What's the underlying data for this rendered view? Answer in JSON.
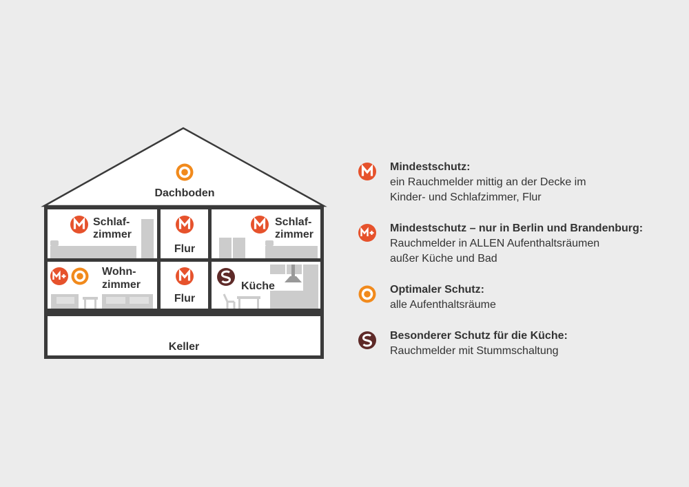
{
  "rooms": {
    "dachboden": "Dachboden",
    "schlaf_left_1": "Schlaf-",
    "schlaf_left_2": "zimmer",
    "flur_top": "Flur",
    "schlaf_right_1": "Schlaf-",
    "schlaf_right_2": "zimmer",
    "wohn_1": "Wohn-",
    "wohn_2": "zimmer",
    "flur_bottom": "Flur",
    "kueche": "Küche",
    "keller": "Keller"
  },
  "badges": {
    "m": "M",
    "mplus": "M+",
    "s": "S"
  },
  "legend": [
    {
      "icon": "m-badge-icon",
      "title": "Mindestschutz:",
      "desc": [
        "ein Rauchmelder mittig an der Decke im",
        "Kinder- und Schlafzimmer, Flur"
      ]
    },
    {
      "icon": "m-plus-badge-icon",
      "title": "Mindestschutz – nur in Berlin und Brandenburg:",
      "desc": [
        "Rauchmelder in ALLEN Aufenthaltsräumen",
        "außer Küche und Bad"
      ]
    },
    {
      "icon": "optimal-ring-icon",
      "title": "Optimaler Schutz:",
      "desc": [
        "alle Aufenthaltsräume"
      ]
    },
    {
      "icon": "s-badge-icon",
      "title": "Besonderer Schutz für die Küche:",
      "desc": [
        "Rauchmelder mit Stummschaltung"
      ]
    }
  ],
  "colors": {
    "background": "#ececec",
    "outline": "#3a3a3a",
    "room_fill": "#ffffff",
    "furniture": "#cccccc",
    "m_red": "#e6522c",
    "optimal_orange": "#f18a1c",
    "s_brown": "#5e2a28",
    "text": "#333333"
  }
}
